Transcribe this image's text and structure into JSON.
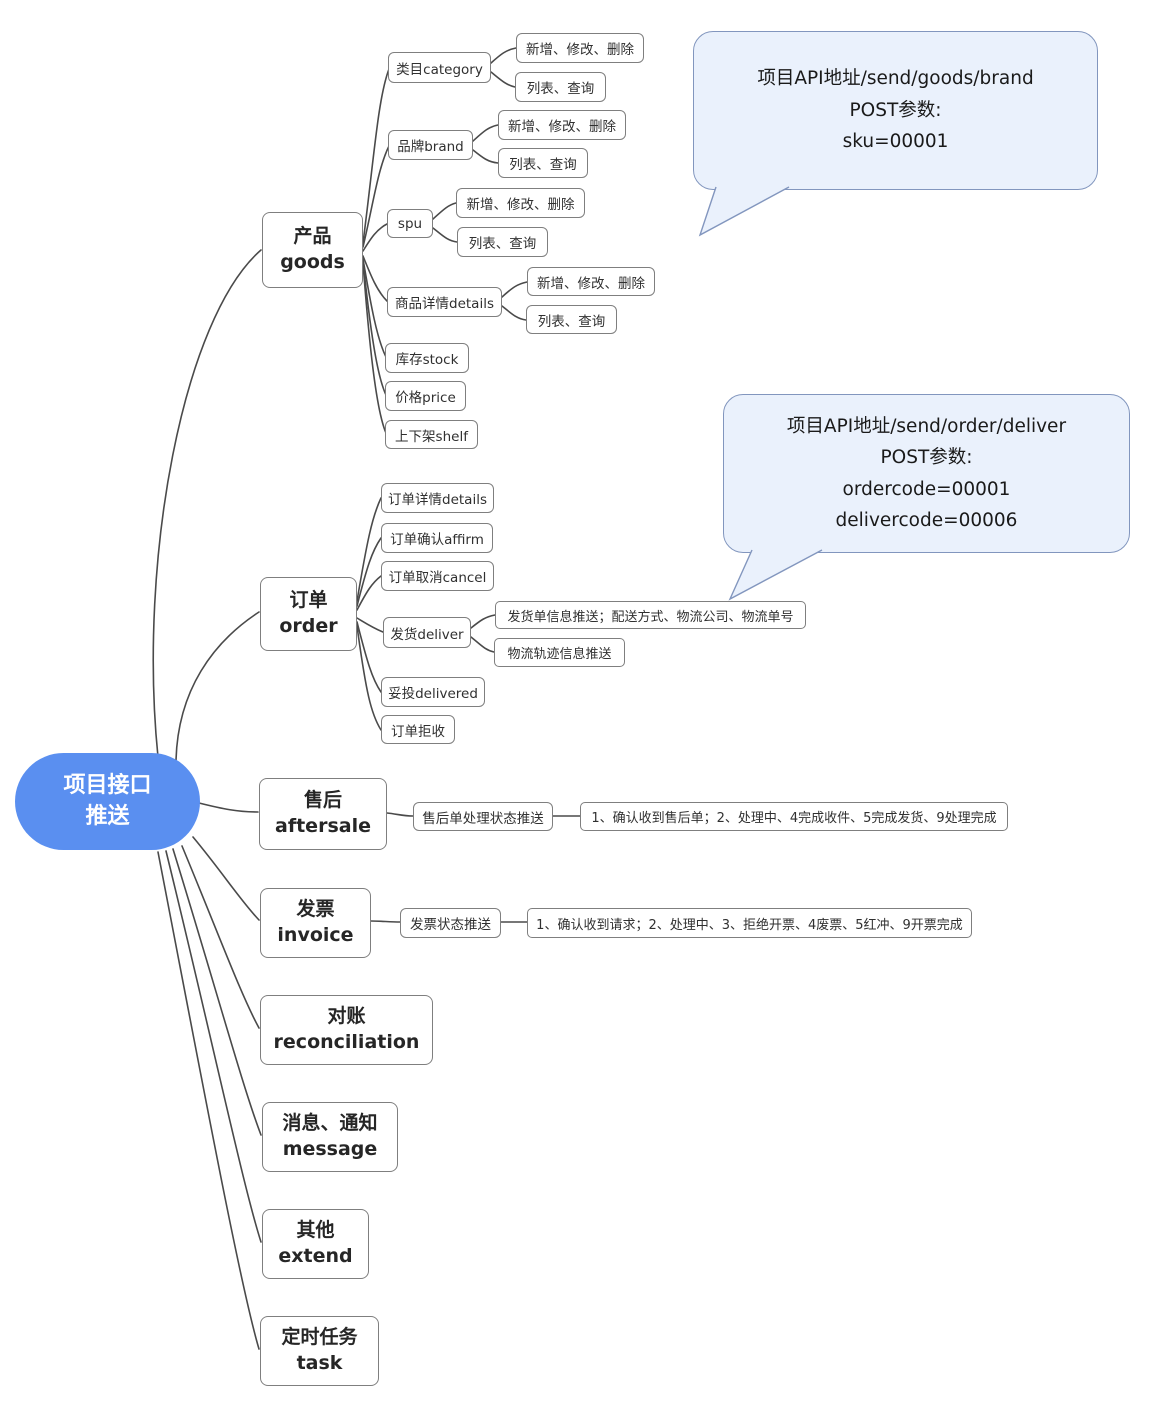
{
  "root": {
    "line1": "项目接口",
    "line2": "推送"
  },
  "goods": {
    "zh": "产品",
    "en": "goods",
    "category": {
      "label": "类目category",
      "crud": "新增、修改、删除",
      "list": "列表、查询"
    },
    "brand": {
      "label": "品牌brand",
      "crud": "新增、修改、删除",
      "list": "列表、查询"
    },
    "spu": {
      "label": "spu",
      "crud": "新增、修改、删除",
      "list": "列表、查询"
    },
    "details": {
      "label": "商品详情details",
      "crud": "新增、修改、删除",
      "list": "列表、查询"
    },
    "stock": "库存stock",
    "price": "价格price",
    "shelf": "上下架shelf"
  },
  "order": {
    "zh": "订单",
    "en": "order",
    "details": "订单详情details",
    "affirm": "订单确认affirm",
    "cancel": "订单取消cancel",
    "deliver": "发货deliver",
    "deliver_info": "发货单信息推送；配送方式、物流公司、物流单号",
    "deliver_track": "物流轨迹信息推送",
    "delivered": "妥投delivered",
    "reject": "订单拒收"
  },
  "aftersale": {
    "zh": "售后",
    "en": "aftersale",
    "push": "售后单处理状态推送",
    "statuses": "1、确认收到售后单；2、处理中、4完成收件、5完成发货、9处理完成"
  },
  "invoice": {
    "zh": "发票",
    "en": "invoice",
    "push": "发票状态推送",
    "statuses": "1、确认收到请求；2、处理中、3、拒绝开票、4废票、5红冲、9开票完成"
  },
  "reconciliation": {
    "zh": "对账",
    "en": "reconciliation"
  },
  "message": {
    "zh": "消息、通知",
    "en": "message"
  },
  "extend": {
    "zh": "其他",
    "en": "extend"
  },
  "task": {
    "zh": "定时任务",
    "en": "task"
  },
  "callouts": {
    "goods_brand": {
      "line1": "项目API地址/send/goods/brand",
      "line2": "POST参数:",
      "line3": "sku=00001"
    },
    "order_deliver": {
      "line1": "项目API地址/send/order/deliver",
      "line2": "POST参数:",
      "line3": "ordercode=00001",
      "line4": "delivercode=00006"
    }
  },
  "colors": {
    "root_fill": "#5a8ff0",
    "root_text": "#ffffff",
    "callout_fill": "#eaf1fc",
    "callout_border": "#8296be",
    "node_border": "#7f7f7f",
    "connector": "#4a4a4a",
    "background": "#ffffff"
  }
}
